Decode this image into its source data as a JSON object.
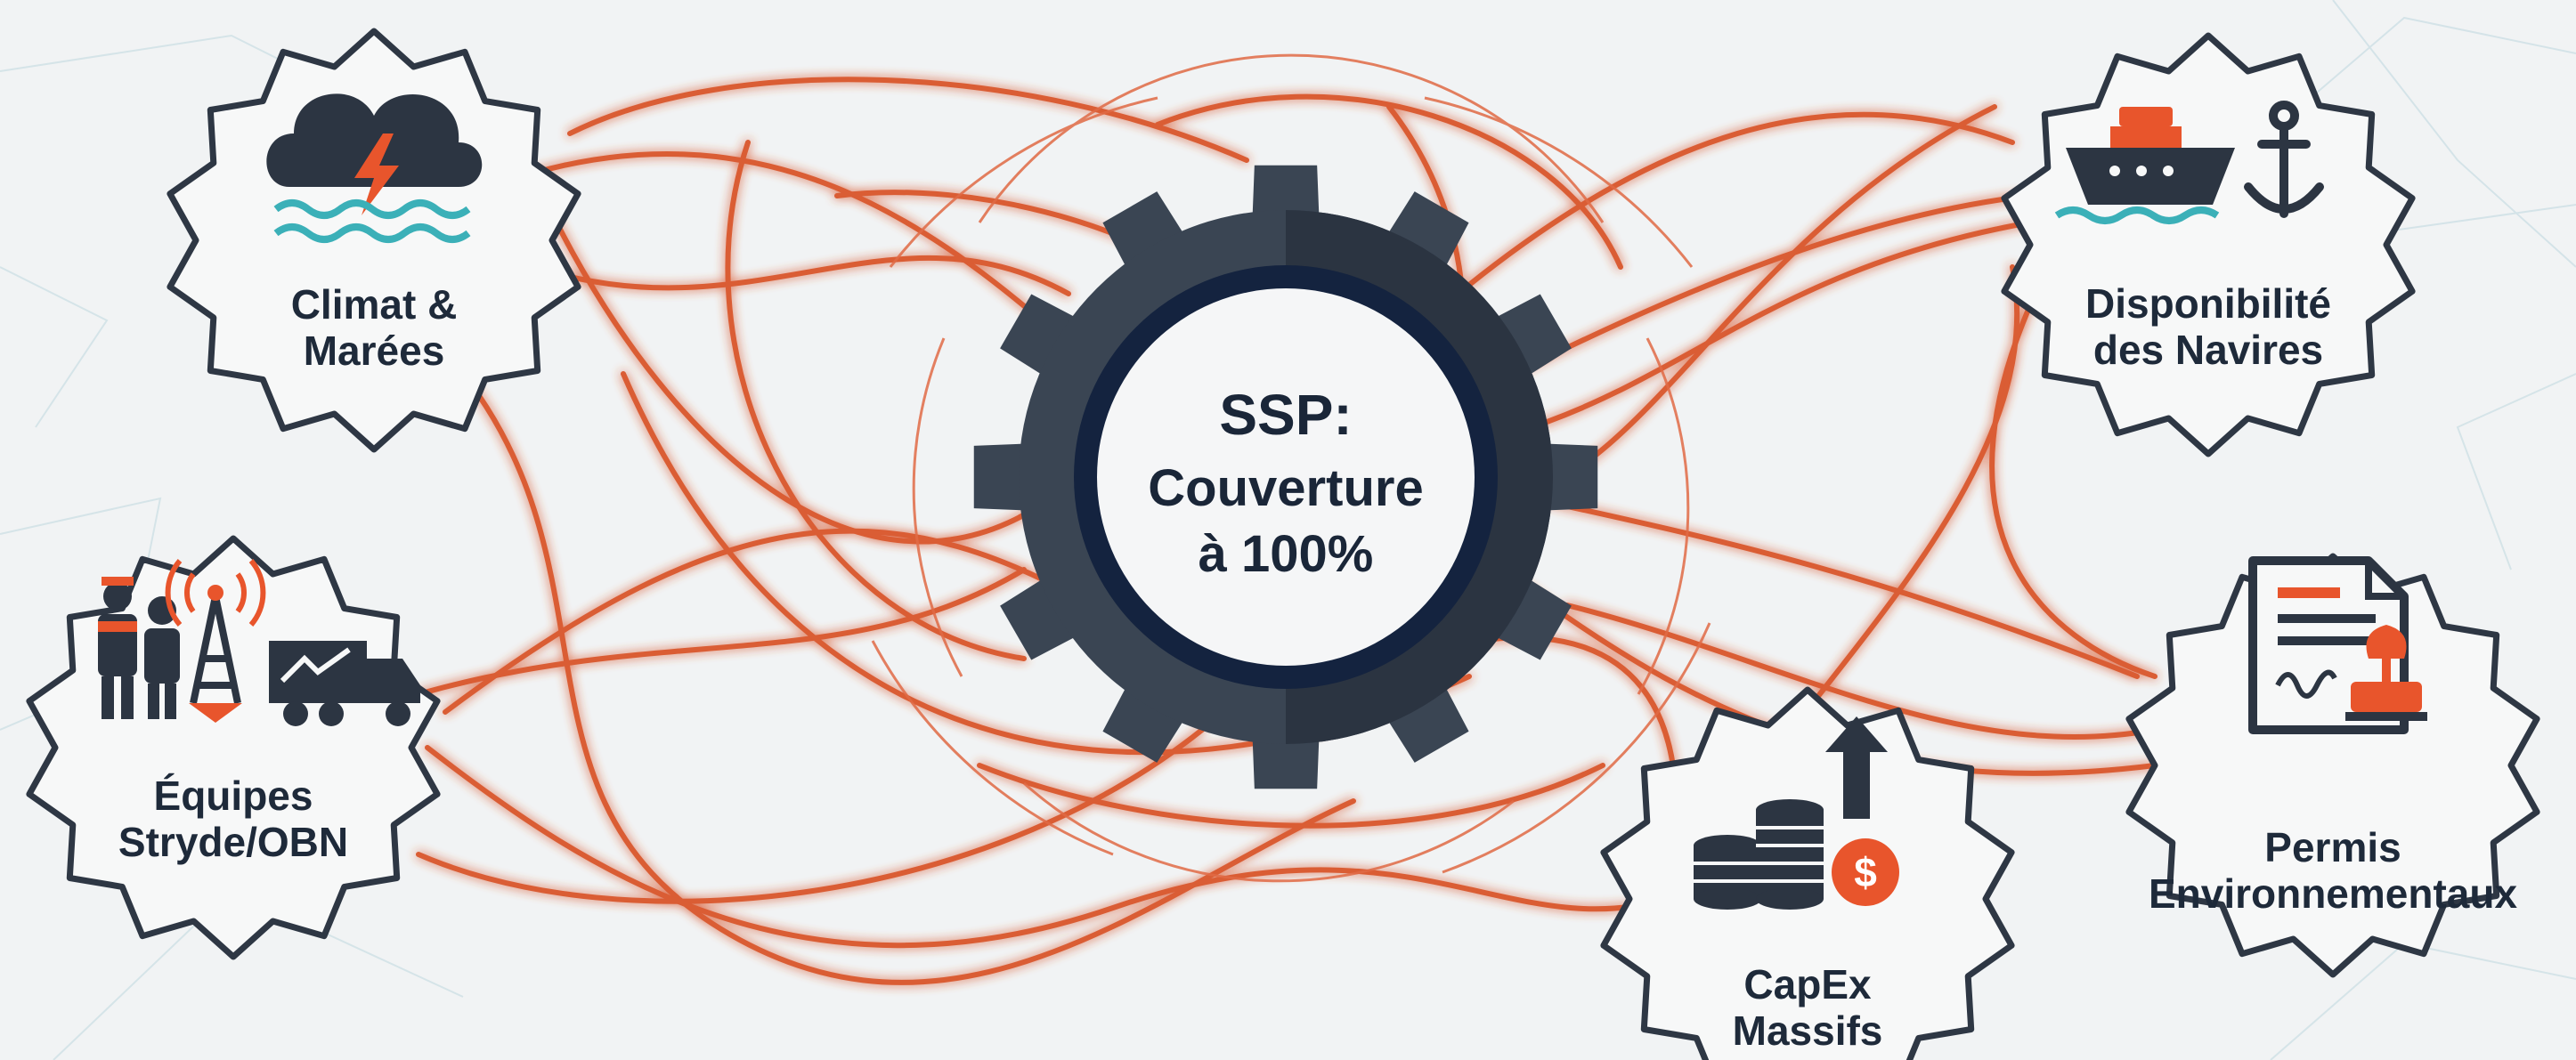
{
  "center": {
    "line1": "SSP:",
    "line2": "Couverture",
    "line3": "à 100%",
    "icon": "gear-icon"
  },
  "nodes": [
    {
      "id": "climat",
      "line1": "Climat &",
      "line2": "Marées",
      "icon": "storm-cloud-waves-icon"
    },
    {
      "id": "navires",
      "line1": "Disponibilité",
      "line2": "des Navires",
      "icon": "ship-anchor-icon"
    },
    {
      "id": "equipes",
      "line1": "Équipes",
      "line2": "Stryde/OBN",
      "icon": "workers-antenna-truck-icon"
    },
    {
      "id": "capex",
      "line1": "CapEx",
      "line2": "Massifs",
      "icon": "coins-dollar-arrow-icon"
    },
    {
      "id": "permis",
      "line1": "Permis",
      "line2": "Environnementaux",
      "icon": "document-stamp-icon"
    }
  ],
  "colors": {
    "background": "#f1f3f4",
    "gear": "#3a4553",
    "gear_ring": "#14233f",
    "tangle": "#d9542b",
    "badge_border": "#2e3744",
    "icon_dark": "#2c3542",
    "accent_orange": "#e8552c",
    "accent_teal": "#3bb0b8"
  }
}
